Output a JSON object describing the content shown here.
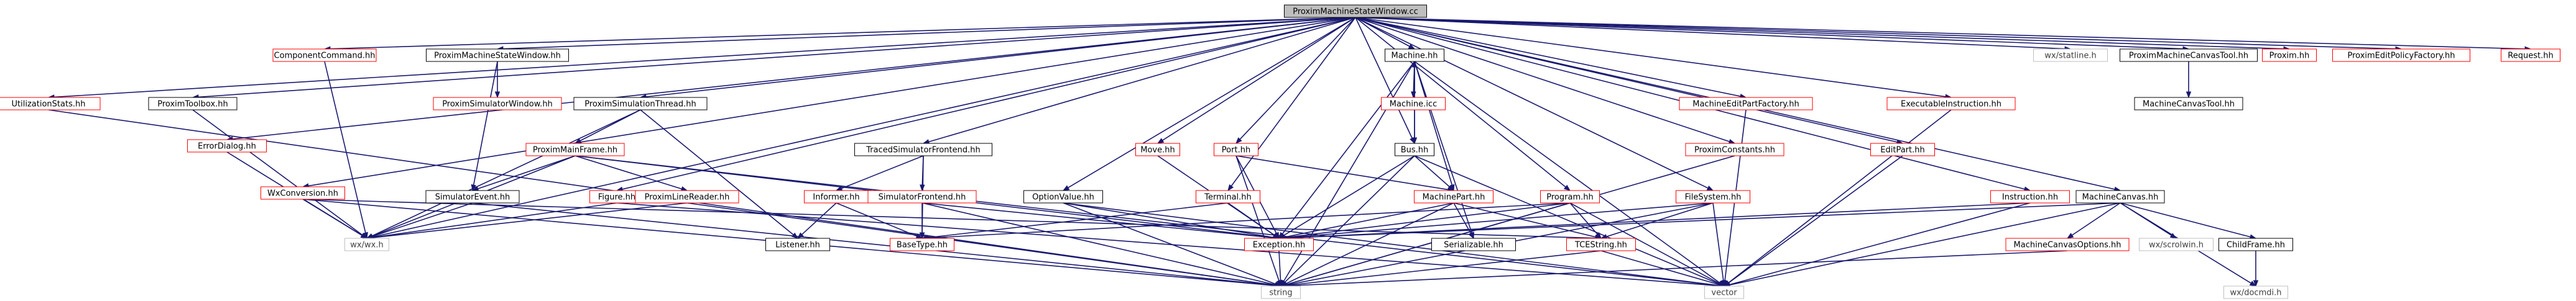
{
  "diagram": {
    "root": "ProximMachineStateWindow.cc",
    "nodes": [
      {
        "id": "root",
        "label": "ProximMachineStateWindow.cc",
        "style": "root"
      },
      {
        "id": "utilization",
        "label": "UtilizationStats.hh",
        "style": "red"
      },
      {
        "id": "component",
        "label": "ComponentCommand.hh",
        "style": "red"
      },
      {
        "id": "pmsw",
        "label": "ProximMachineStateWindow.hh",
        "style": "normal"
      },
      {
        "id": "proximtoolbox",
        "label": "ProximToolbox.hh",
        "style": "normal"
      },
      {
        "id": "errordialog",
        "label": "ErrorDialog.hh",
        "style": "red"
      },
      {
        "id": "wxconversion",
        "label": "WxConversion.hh",
        "style": "red"
      },
      {
        "id": "psw",
        "label": "ProximSimulatorWindow.hh",
        "style": "red"
      },
      {
        "id": "pst",
        "label": "ProximSimulationThread.hh",
        "style": "normal"
      },
      {
        "id": "pmf",
        "label": "ProximMainFrame.hh",
        "style": "red"
      },
      {
        "id": "simevent",
        "label": "SimulatorEvent.hh",
        "style": "normal"
      },
      {
        "id": "figure",
        "label": "Figure.hh",
        "style": "red"
      },
      {
        "id": "plr",
        "label": "ProximLineReader.hh",
        "style": "red"
      },
      {
        "id": "wxh",
        "label": "wx/wx.h",
        "style": "missing"
      },
      {
        "id": "tsf",
        "label": "TracedSimulatorFrontend.hh",
        "style": "normal"
      },
      {
        "id": "informer",
        "label": "Informer.hh",
        "style": "red"
      },
      {
        "id": "simfront",
        "label": "SimulatorFrontend.hh",
        "style": "red"
      },
      {
        "id": "listener",
        "label": "Listener.hh",
        "style": "normal"
      },
      {
        "id": "basetype",
        "label": "BaseType.hh",
        "style": "red"
      },
      {
        "id": "optionvalue",
        "label": "OptionValue.hh",
        "style": "normal"
      },
      {
        "id": "move",
        "label": "Move.hh",
        "style": "red"
      },
      {
        "id": "port",
        "label": "Port.hh",
        "style": "red"
      },
      {
        "id": "terminal",
        "label": "Terminal.hh",
        "style": "red"
      },
      {
        "id": "machine",
        "label": "Machine.hh",
        "style": "normal"
      },
      {
        "id": "machineicc",
        "label": "Machine.icc",
        "style": "red"
      },
      {
        "id": "bus",
        "label": "Bus.hh",
        "style": "normal"
      },
      {
        "id": "machinepart",
        "label": "MachinePart.hh",
        "style": "red"
      },
      {
        "id": "serializable",
        "label": "Serializable.hh",
        "style": "normal"
      },
      {
        "id": "exception",
        "label": "Exception.hh",
        "style": "red"
      },
      {
        "id": "string",
        "label": "string",
        "style": "missing"
      },
      {
        "id": "program",
        "label": "Program.hh",
        "style": "red"
      },
      {
        "id": "tcestring",
        "label": "TCEString.hh",
        "style": "red"
      },
      {
        "id": "vector",
        "label": "vector",
        "style": "missing"
      },
      {
        "id": "filesystem",
        "label": "FileSystem.hh",
        "style": "red"
      },
      {
        "id": "mepf",
        "label": "MachineEditPartFactory.hh",
        "style": "red"
      },
      {
        "id": "proximconst",
        "label": "ProximConstants.hh",
        "style": "red"
      },
      {
        "id": "execinstr",
        "label": "ExecutableInstruction.hh",
        "style": "red"
      },
      {
        "id": "editpart",
        "label": "EditPart.hh",
        "style": "red"
      },
      {
        "id": "instruction",
        "label": "Instruction.hh",
        "style": "red"
      },
      {
        "id": "machinecanvas",
        "label": "MachineCanvas.hh",
        "style": "normal"
      },
      {
        "id": "mco",
        "label": "MachineCanvasOptions.hh",
        "style": "red"
      },
      {
        "id": "wxscrolwin",
        "label": "wx/scrolwin.h",
        "style": "missing"
      },
      {
        "id": "childframe",
        "label": "ChildFrame.hh",
        "style": "normal"
      },
      {
        "id": "wxdocmdi",
        "label": "wx/docmdi.h",
        "style": "missing"
      },
      {
        "id": "wxstatline",
        "label": "wx/statline.h",
        "style": "missing"
      },
      {
        "id": "pmct",
        "label": "ProximMachineCanvasTool.hh",
        "style": "normal"
      },
      {
        "id": "mct",
        "label": "MachineCanvasTool.hh",
        "style": "normal"
      },
      {
        "id": "proxim",
        "label": "Proxim.hh",
        "style": "red"
      },
      {
        "id": "pepf",
        "label": "ProximEditPolicyFactory.hh",
        "style": "red"
      },
      {
        "id": "request",
        "label": "Request.hh",
        "style": "red"
      }
    ],
    "edges": [
      [
        "root",
        "utilization"
      ],
      [
        "root",
        "component"
      ],
      [
        "root",
        "pmsw"
      ],
      [
        "root",
        "proximtoolbox"
      ],
      [
        "root",
        "errordialog"
      ],
      [
        "root",
        "wxconversion"
      ],
      [
        "root",
        "pst"
      ],
      [
        "root",
        "figure"
      ],
      [
        "root",
        "tsf"
      ],
      [
        "root",
        "optionvalue"
      ],
      [
        "root",
        "move"
      ],
      [
        "root",
        "port"
      ],
      [
        "root",
        "terminal"
      ],
      [
        "root",
        "machine"
      ],
      [
        "root",
        "bus"
      ],
      [
        "root",
        "program"
      ],
      [
        "root",
        "filesystem"
      ],
      [
        "root",
        "mepf"
      ],
      [
        "root",
        "proximconst"
      ],
      [
        "root",
        "execinstr"
      ],
      [
        "root",
        "editpart"
      ],
      [
        "root",
        "instruction"
      ],
      [
        "root",
        "machinecanvas"
      ],
      [
        "root",
        "wxstatline"
      ],
      [
        "root",
        "pmct"
      ],
      [
        "root",
        "proxim"
      ],
      [
        "root",
        "pepf"
      ],
      [
        "root",
        "request"
      ],
      [
        "root",
        "wxh"
      ],
      [
        "utilization",
        "string"
      ],
      [
        "component",
        "wxh"
      ],
      [
        "pmsw",
        "psw"
      ],
      [
        "pmsw",
        "simevent"
      ],
      [
        "proximtoolbox",
        "wxh"
      ],
      [
        "errordialog",
        "wxh"
      ],
      [
        "wxconversion",
        "wxh"
      ],
      [
        "wxconversion",
        "string"
      ],
      [
        "wxconversion",
        "tcestring"
      ],
      [
        "pst",
        "pmf"
      ],
      [
        "pst",
        "listener"
      ],
      [
        "pst",
        "wxh"
      ],
      [
        "pmf",
        "simevent"
      ],
      [
        "pmf",
        "plr"
      ],
      [
        "pmf",
        "wxh"
      ],
      [
        "pmf",
        "vector"
      ],
      [
        "pmf",
        "exception"
      ],
      [
        "simevent",
        "wxh"
      ],
      [
        "simevent",
        "string"
      ],
      [
        "figure",
        "wxh"
      ],
      [
        "figure",
        "vector"
      ],
      [
        "plr",
        "wxh"
      ],
      [
        "plr",
        "string"
      ],
      [
        "tsf",
        "informer"
      ],
      [
        "tsf",
        "simfront"
      ],
      [
        "tsf",
        "basetype"
      ],
      [
        "informer",
        "listener"
      ],
      [
        "informer",
        "basetype"
      ],
      [
        "simfront",
        "basetype"
      ],
      [
        "simfront",
        "exception"
      ],
      [
        "simfront",
        "string"
      ],
      [
        "optionvalue",
        "exception"
      ],
      [
        "optionvalue",
        "string"
      ],
      [
        "optionvalue",
        "vector"
      ],
      [
        "move",
        "exception"
      ],
      [
        "port",
        "machinepart"
      ],
      [
        "port",
        "exception"
      ],
      [
        "port",
        "string"
      ],
      [
        "terminal",
        "exception"
      ],
      [
        "terminal",
        "basetype"
      ],
      [
        "machine",
        "machineicc"
      ],
      [
        "machine",
        "bus"
      ],
      [
        "machine",
        "machinepart"
      ],
      [
        "machine",
        "exception"
      ],
      [
        "machine",
        "serializable"
      ],
      [
        "machine",
        "vector"
      ],
      [
        "machine",
        "string"
      ],
      [
        "bus",
        "machine"
      ],
      [
        "bus",
        "machinepart"
      ],
      [
        "bus",
        "exception"
      ],
      [
        "bus",
        "string"
      ],
      [
        "bus",
        "vector"
      ],
      [
        "machinepart",
        "serializable"
      ],
      [
        "machinepart",
        "exception"
      ],
      [
        "machinepart",
        "string"
      ],
      [
        "machinepart",
        "tcestring"
      ],
      [
        "program",
        "exception"
      ],
      [
        "program",
        "basetype"
      ],
      [
        "program",
        "tcestring"
      ],
      [
        "program",
        "string"
      ],
      [
        "program",
        "vector"
      ],
      [
        "filesystem",
        "exception"
      ],
      [
        "filesystem",
        "tcestring"
      ],
      [
        "filesystem",
        "string"
      ],
      [
        "filesystem",
        "vector"
      ],
      [
        "exception",
        "string"
      ],
      [
        "tcestring",
        "string"
      ],
      [
        "tcestring",
        "vector"
      ],
      [
        "mepf",
        "vector"
      ],
      [
        "proximconst",
        "string"
      ],
      [
        "execinstr",
        "vector"
      ],
      [
        "editpart",
        "vector"
      ],
      [
        "instruction",
        "exception"
      ],
      [
        "instruction",
        "vector"
      ],
      [
        "machinecanvas",
        "mco"
      ],
      [
        "machinecanvas",
        "wxscrolwin"
      ],
      [
        "machinecanvas",
        "childframe"
      ],
      [
        "machinecanvas",
        "wxdocmdi"
      ],
      [
        "machinecanvas",
        "vector"
      ],
      [
        "machinecanvas",
        "exception"
      ],
      [
        "mco",
        "string"
      ],
      [
        "childframe",
        "wxdocmdi"
      ],
      [
        "pmct",
        "mct"
      ]
    ]
  }
}
